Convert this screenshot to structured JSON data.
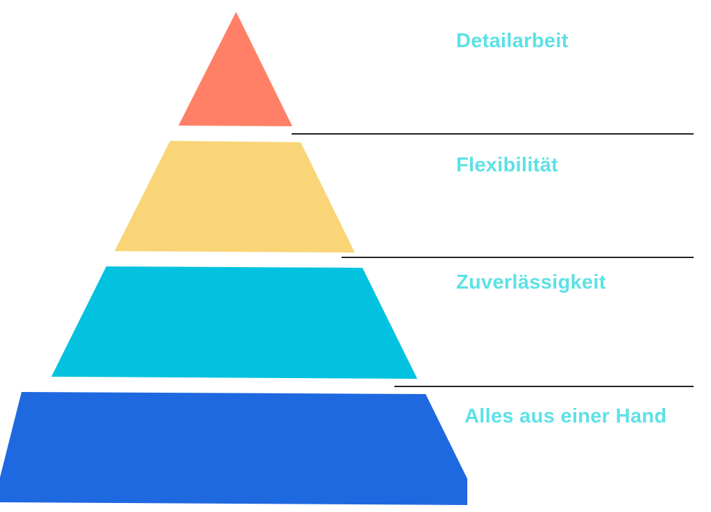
{
  "levels": [
    {
      "label": "Detailarbeit",
      "color": "#FF8066"
    },
    {
      "label": "Flexibilität",
      "color": "#F9D577"
    },
    {
      "label": "Zuverlässigkeit",
      "color": "#03C2DF"
    },
    {
      "label": "Alles aus einer Hand",
      "color": "#1F69E0"
    }
  ],
  "label_color": "#5CE1E6",
  "divider_color": "#222222"
}
